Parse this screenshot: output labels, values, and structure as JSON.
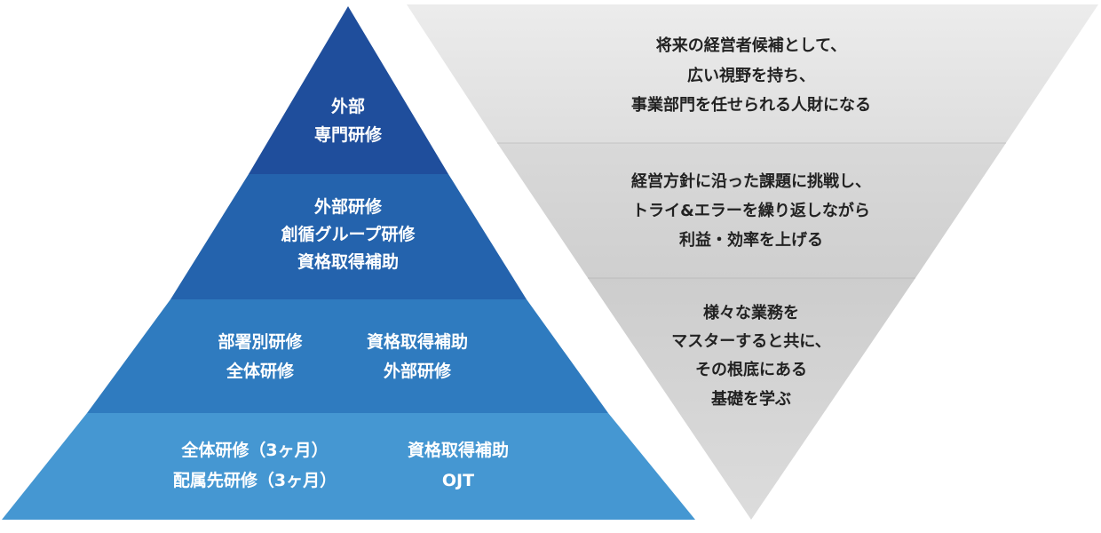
{
  "pyramid": {
    "tier1": {
      "lines": [
        "外部",
        "専門研修"
      ],
      "color": "#1f4e9c"
    },
    "tier2": {
      "lines": [
        "外部研修",
        "創循グループ研修",
        "資格取得補助"
      ],
      "color": "#2463ad"
    },
    "tier3": {
      "left": [
        "部署別研修",
        "全体研修"
      ],
      "right": [
        "資格取得補助",
        "外部研修"
      ],
      "color": "#2f7bbf"
    },
    "tier4": {
      "left": [
        "全体研修（3ヶ月）",
        "配属先研修（3ヶ月）"
      ],
      "right": [
        "資格取得補助",
        "OJT"
      ],
      "color": "#4597d2"
    }
  },
  "inverted": {
    "band1": {
      "lines": [
        "将来の経営者候補として、",
        "広い視野を持ち、",
        "事業部門を任せられる人財になる"
      ],
      "color": "#e7e7e7"
    },
    "band2": {
      "lines": [
        "経営方針に沿った課題に挑戦し、",
        "トライ&エラーを繰り返しながら",
        "利益・効率を上げる"
      ],
      "color": "#d7d7d7"
    },
    "band3": {
      "lines": [
        "様々な業務を",
        "マスターすると共に、",
        "その根底にある",
        "基礎を学ぶ"
      ],
      "color": "#c9c9c9"
    }
  }
}
